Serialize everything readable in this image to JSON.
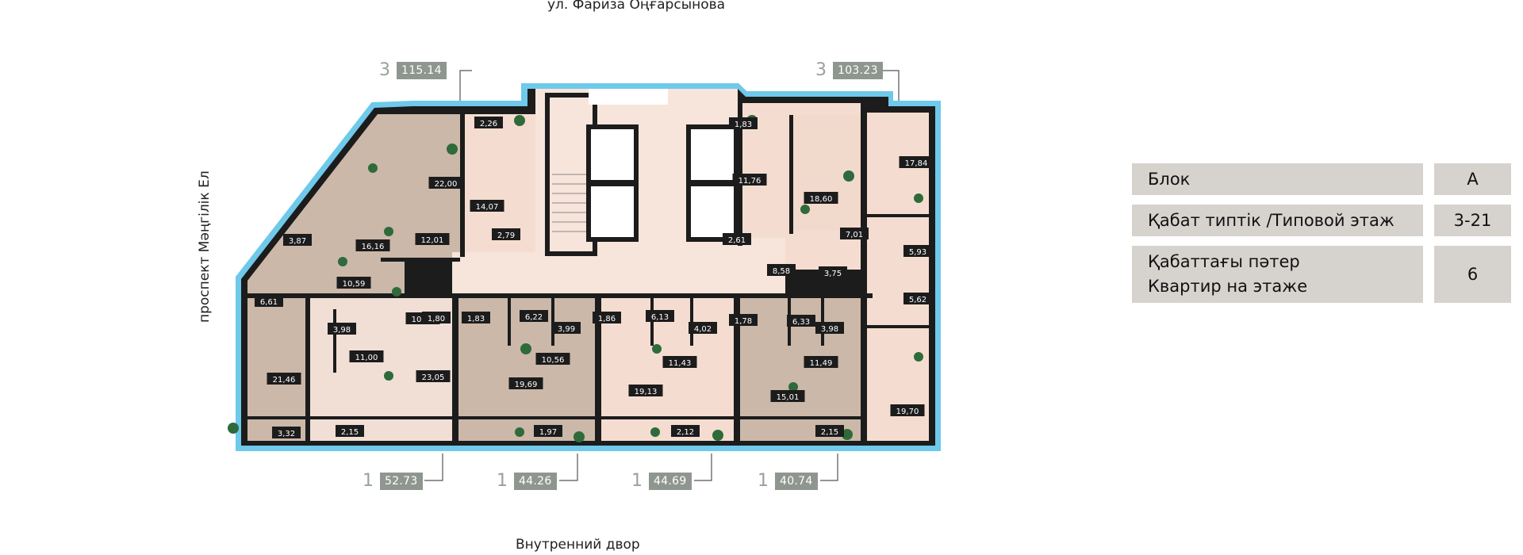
{
  "streets": {
    "top": "ул. Фариза Оңғарсынова",
    "bottom": "Внутренний двор",
    "left": "проспект Мәңгілік Ел"
  },
  "apartments": [
    {
      "rooms": "3",
      "area": "115.14"
    },
    {
      "rooms": "3",
      "area": "103.23"
    },
    {
      "rooms": "1",
      "area": "52.73"
    },
    {
      "rooms": "1",
      "area": "44.26"
    },
    {
      "rooms": "1",
      "area": "44.69"
    },
    {
      "rooms": "1",
      "area": "40.74"
    }
  ],
  "room_areas": [
    "2,26",
    "22,00",
    "14,07",
    "2,79",
    "16,16",
    "3,87",
    "12,01",
    "10,59",
    "6,61",
    "21,46",
    "3,32",
    "3,98",
    "11,00",
    "10,75",
    "2,15",
    "1,80",
    "23,05",
    "1,83",
    "6,22",
    "19,69",
    "3,99",
    "10,56",
    "1,97",
    "1,86",
    "6,13",
    "19,13",
    "4,02",
    "11,43",
    "2,12",
    "1,78",
    "6,33",
    "15,01",
    "3,98",
    "11,49",
    "2,15",
    "1,83",
    "11,76",
    "18,60",
    "17,84",
    "2,61",
    "7,01",
    "8,58",
    "3,75",
    "5,93",
    "5,62",
    "19,70"
  ],
  "info": {
    "block_label": "Блок",
    "block_value": "А",
    "floor_label": "Қабат типтік /Типовой этаж",
    "floor_value": "3-21",
    "apts_label_1": "Қабаттағы пәтер",
    "apts_label_2": "Квартир на этаже",
    "apts_value": "6"
  }
}
